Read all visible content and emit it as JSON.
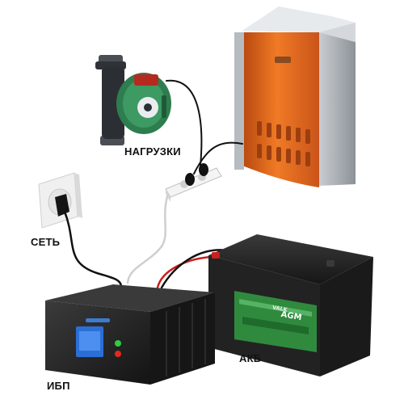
{
  "labels": {
    "loads": "НАГРУЗКИ",
    "grid": "СЕТЬ",
    "ups": "ИБП",
    "battery": "АКБ"
  },
  "battery_brand": {
    "top": "VALK",
    "model": "AGM"
  },
  "colors": {
    "boiler_orange": "#e0651a",
    "boiler_frame": "#9aa0a6",
    "pump_green": "#2e7d4f",
    "battery_green": "#2f8a3e",
    "ups_body": "#262626",
    "ups_screen": "#2b6fd6",
    "cable": "#111111",
    "cable_red": "#c8201e"
  },
  "icons": [
    "wall-socket-icon",
    "power-strip-icon",
    "circulation-pump-icon",
    "boiler-icon",
    "ups-unit-icon",
    "battery-icon"
  ]
}
